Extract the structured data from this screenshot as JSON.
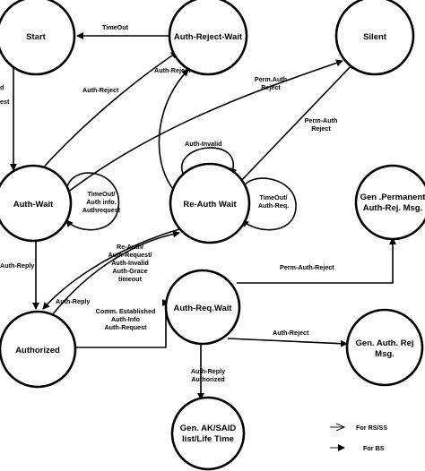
{
  "states": {
    "start": "Start",
    "auth_reject_wait": "Auth-Reject-Wait",
    "silent": "Silent",
    "auth_wait": "Auth-Wait",
    "reauth_wait": "Re-Auth Wait",
    "gen_permanent": [
      "Gen .Permanent",
      "Auth-Rej. Msg."
    ],
    "authorized": "Authorized",
    "auth_req_wait": "Auth-Req.Wait",
    "gen_auth_rej": [
      "Gen. Auth. Rej",
      "Msg."
    ],
    "gen_ak": [
      "Gen. AK/SAID",
      "list/Life Time"
    ]
  },
  "labels": {
    "timeout": "TimeOut",
    "auth_reject_1": "Auth-Reject",
    "auth_reject_2": "Auth-Reject",
    "perm_auth_reject_1": [
      "Perm.Auth",
      "Reject"
    ],
    "perm_auth_reject_2": [
      "Perm-Auth",
      "Reject"
    ],
    "auth_invalid": "Auth-Invalid",
    "timeout_authinfo": [
      "TimeOut/",
      "Auth info.",
      "Authrequest"
    ],
    "timeout_authreq": [
      "TimeOut/",
      "Auth-Req."
    ],
    "reauth_multi": [
      "Re-Auth/",
      "Auth-Request/",
      "Auth-Invalid",
      "Auth-Grace",
      "timeout"
    ],
    "auth_reply_1": "Auth-Reply",
    "auth_reply_2": "Auth-Reply",
    "auth_reply_authorized": [
      "Auth-Reply",
      "Authorized"
    ],
    "comm_established": [
      "Comm. Established",
      "Auth-Info",
      "Auth-Request"
    ],
    "perm_auth_reject_3": "Perm-Auth-Reject",
    "auth_reject_3": "Auth-Reject",
    "cut_left_1": "d",
    "cut_left_2": "est",
    "cut_left_3": "Auth-Reply"
  },
  "legend": {
    "rs_ss": "For RS/SS",
    "bs": "For BS"
  }
}
